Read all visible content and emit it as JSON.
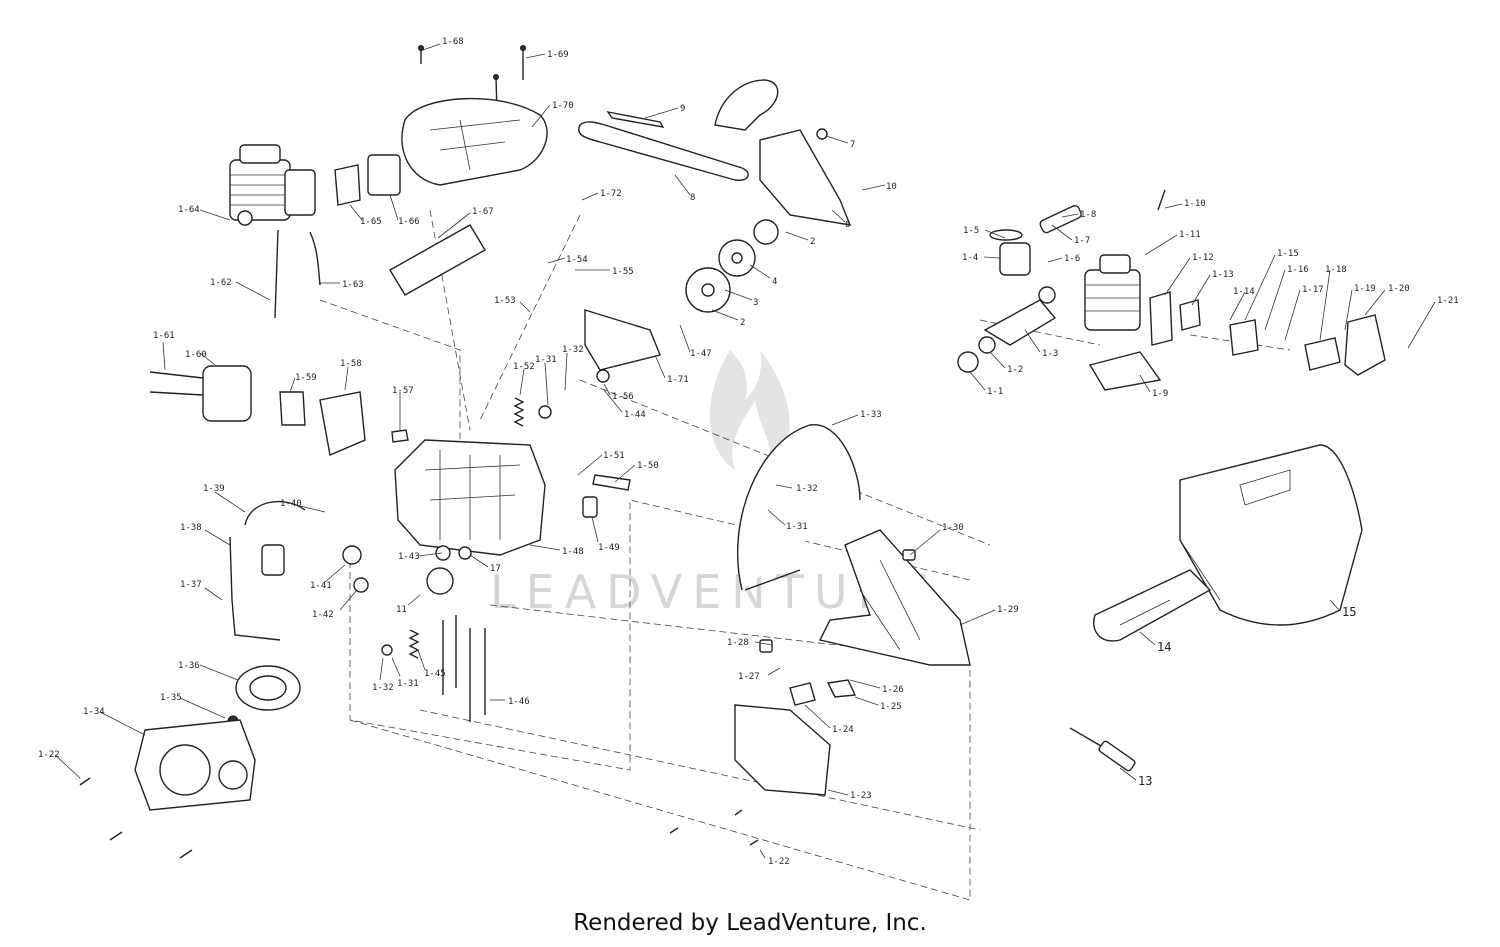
{
  "footer": "Rendered by LeadVenture, Inc.",
  "watermark": "LEADVENTURE",
  "callouts": {
    "c1_68": "1-68",
    "c1_69": "1-69",
    "c1_70": "1-70",
    "c9": "9",
    "c7": "7",
    "c1_64": "1-64",
    "c1_65": "1-65",
    "c1_66": "1-66",
    "c1_72": "1-72",
    "c8": "8",
    "c10": "10",
    "c6": "6",
    "c1_67": "1-67",
    "c1_62": "1-62",
    "c1_63": "1-63",
    "c1_54": "1-54",
    "c1_55": "1-55",
    "c1_53": "1-53",
    "c2a": "2",
    "c4": "4",
    "c3": "3",
    "c2b": "2",
    "c1_47": "1-47",
    "c1_71": "1-71",
    "c1_61": "1-61",
    "c1_60": "1-60",
    "c1_59": "1-59",
    "c1_58": "1-58",
    "c1_57": "1-57",
    "c1_52": "1-52",
    "c1_31a": "1-31",
    "c1_32a": "1-32",
    "c1_56": "1-56",
    "c1_44": "1-44",
    "c1_33": "1-33",
    "c1_51": "1-51",
    "c1_50": "1-50",
    "c1_39": "1-39",
    "c1_40": "1-40",
    "c1_38": "1-38",
    "c1_37": "1-37",
    "c1_41": "1-41",
    "c1_43": "1-43",
    "c17": "17",
    "c1_48": "1-48",
    "c1_49": "1-49",
    "c1_42": "1-42",
    "c11": "11",
    "c1_32b": "1-32",
    "c1_31b": "1-31",
    "c1_30": "1-30",
    "c1_29": "1-29",
    "c1_28": "1-28",
    "c1_27": "1-27",
    "c1_26": "1-26",
    "c1_25": "1-25",
    "c1_24": "1-24",
    "c1_36": "1-36",
    "c1_35": "1-35",
    "c1_34": "1-34",
    "c1_22a": "1-22",
    "c1_32c": "1-32",
    "c1_31c": "1-31",
    "c1_45": "1-45",
    "c1_46": "1-46",
    "c1_23": "1-23",
    "c1_22b": "1-22",
    "c1_5": "1-5",
    "c1_8": "1-8",
    "c1_10": "1-10",
    "c1_7": "1-7",
    "c1_11": "1-11",
    "c1_4": "1-4",
    "c1_6": "1-6",
    "c1_12": "1-12",
    "c1_13": "1-13",
    "c1_15": "1-15",
    "c1_16": "1-16",
    "c1_17": "1-17",
    "c1_18": "1-18",
    "c1_19": "1-19",
    "c1_20": "1-20",
    "c1_21": "1-21",
    "c1_14": "1-14",
    "c1_3": "1-3",
    "c1_2": "1-2",
    "c1_1": "1-1",
    "c1_9": "1-9",
    "c15": "15",
    "c14": "14",
    "c13": "13"
  }
}
